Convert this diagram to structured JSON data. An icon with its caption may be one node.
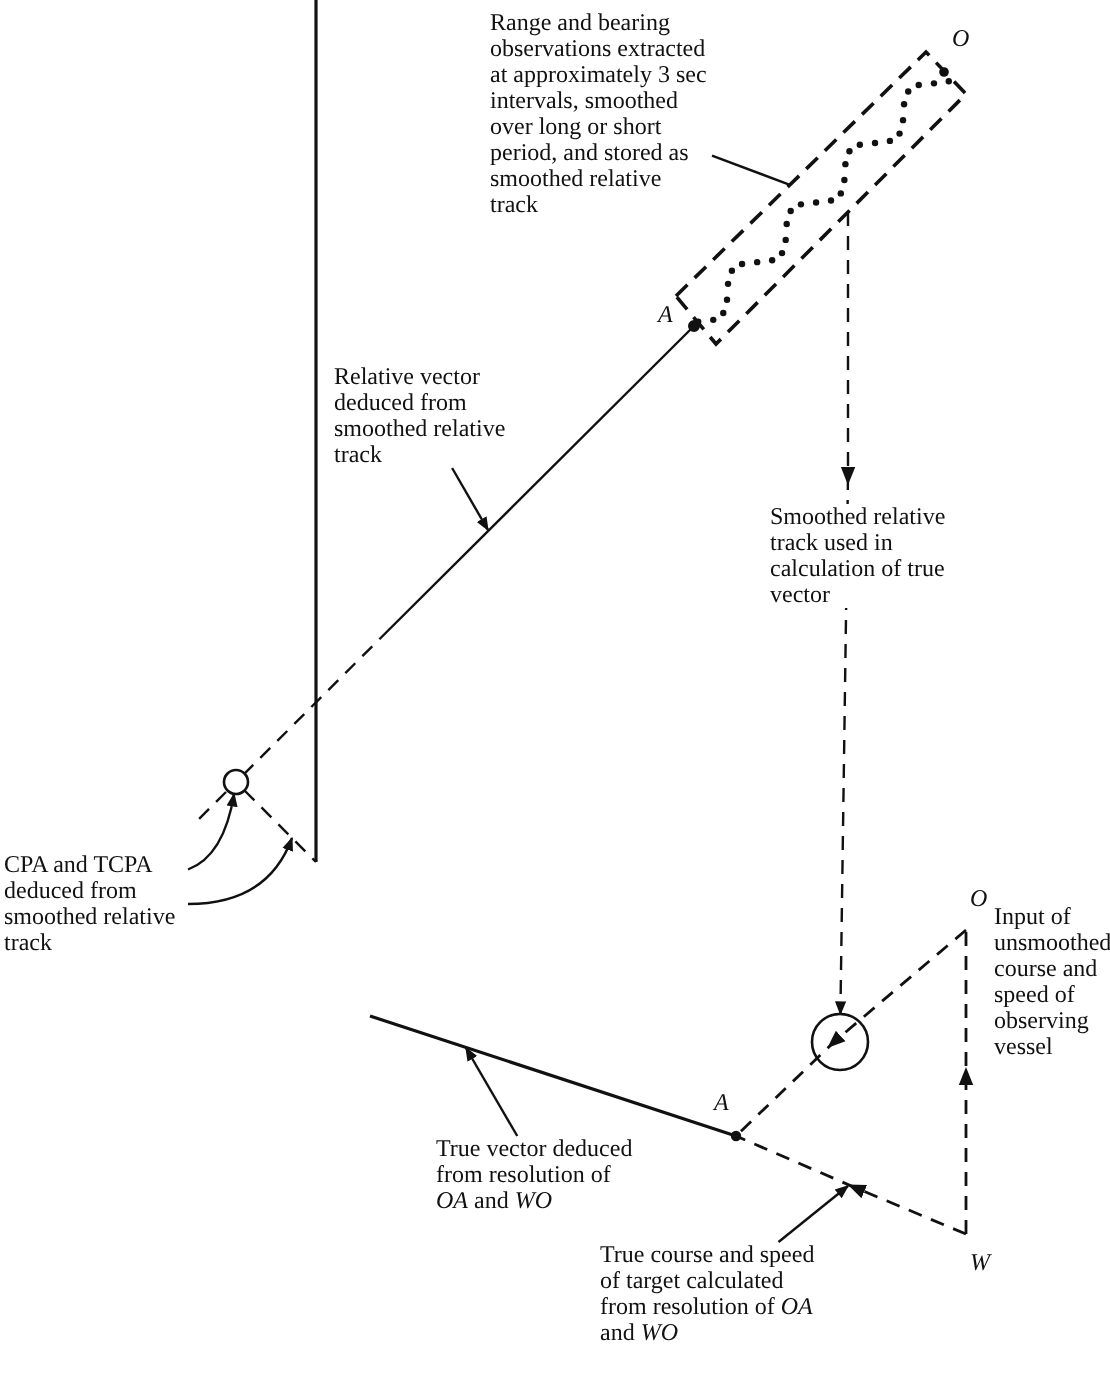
{
  "diagram": {
    "nodes": [
      {
        "text": [
          "Range and bearing observations extracted at approximately 3 sec intervals, smoothed over long or short period, and stored as smoothed relative track"
        ]
      },
      {
        "text": [],
        "shape": "box",
        "beside": [
          "O",
          "A"
        ]
      },
      {
        "text": [
          "Relative vector deduced from smoothed relative track"
        ]
      },
      {
        "text": [
          "CPA and TCPA deduced from smoothed relative track"
        ]
      },
      {
        "text": [],
        "shape": "circle"
      },
      {
        "text": [],
        "shape": "circle"
      },
      {
        "text": [
          "True vector deduced from resolution of *OA* and *WO*"
        ]
      },
      {
        "text": [
          "True course and speed of target calculated from resolution of *OA* and *WO*"
        ]
      }
    ],
    "edges": [
      {
        "from": 0,
        "to": 1,
        "arrow": "none"
      },
      {
        "from": 2,
        "to": null,
        "arrow": "to"
      },
      {
        "from": 1,
        "to": 5,
        "arrow": "to",
        "style": "dashed",
        "label": "Smoothed relative track used in calculation of true vector"
      },
      {
        "from": 3,
        "to": 4,
        "arrow": "to"
      },
      {
        "from": 3,
        "to": null,
        "arrow": "to"
      },
      {
        "from": 1,
        "to": 4,
        "arrow": "other",
        "style": "dashed"
      },
      {
        "from": 4,
        "to": null,
        "arrow": "none",
        "style": "dashed"
      },
      {
        "from": 6,
        "to": null,
        "arrow": "to"
      },
      {
        "from": 7,
        "to": null,
        "arrow": "to"
      }
    ],
    "labels": [
      "O",
      "Input of unsmoothed course and speed of observing vessel",
      "A",
      "W"
    ]
  }
}
